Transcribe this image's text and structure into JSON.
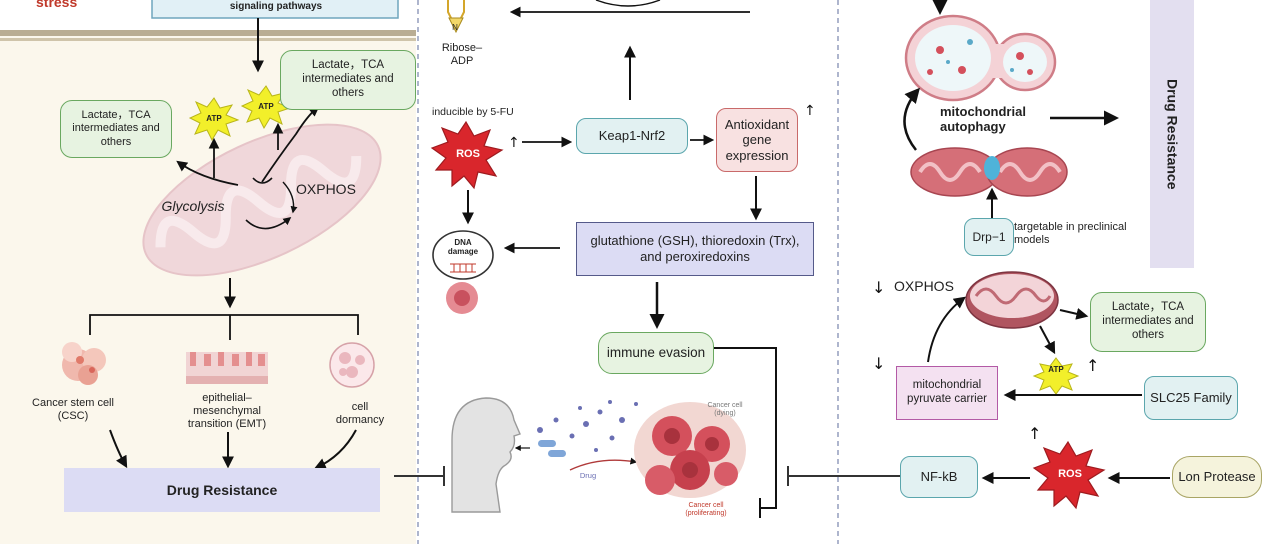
{
  "top_left": {
    "stress": "stress",
    "signaling": "signaling pathways"
  },
  "left_panel": {
    "lactate_right": "Lactate，TCA intermediates and others",
    "lactate_left": "Lactate，TCA intermediates and others",
    "atp": "ATP",
    "glycolysis": "Glycolysis",
    "oxphos": "OXPHOS",
    "csc": "Cancer stem cell (CSC)",
    "emt": "epithelial–mesenchymal transition (EMT)",
    "dormancy": "cell dormancy",
    "drug_resistance": "Drug Resistance"
  },
  "middle_panel": {
    "ribose": "Ribose–ADP",
    "inducible": "inducible by 5-FU",
    "ros": "ROS",
    "keap": "Keap1-Nrf2",
    "antioxidant": "Antioxidant gene expression",
    "glutathione": "glutathione (GSH), thioredoxin (Trx), and peroxiredoxins",
    "dna_damage": "DNA damage",
    "immune": "immune evasion",
    "drug": "Drug",
    "cancer_dying": "Cancer cell (dying)",
    "cancer_prolif": "Cancer cell (proliferating)"
  },
  "right_panel": {
    "mito_autophagy": "mitochondrial autophagy",
    "drug_resistance_vertical": "Drug Resistance",
    "drp1": "Drp−1",
    "targetable": "targetable in preclinical models",
    "oxphos": "OXPHOS",
    "lactate": "Lactate，TCA intermediates and others",
    "atp": "ATP",
    "mpc": "mitochondrial pyruvate carrier",
    "slc25": "SLC25 Family",
    "nfkb": "NF-kB",
    "ros": "ROS",
    "lon": "Lon Protease"
  },
  "colors": {
    "green_fill": "#e7f3e1",
    "purple_fill": "#dcdcf4",
    "ros_red": "#d9262c",
    "atp_yellow": "#f2ef2a",
    "mito_pink": "#e9bfc4"
  }
}
